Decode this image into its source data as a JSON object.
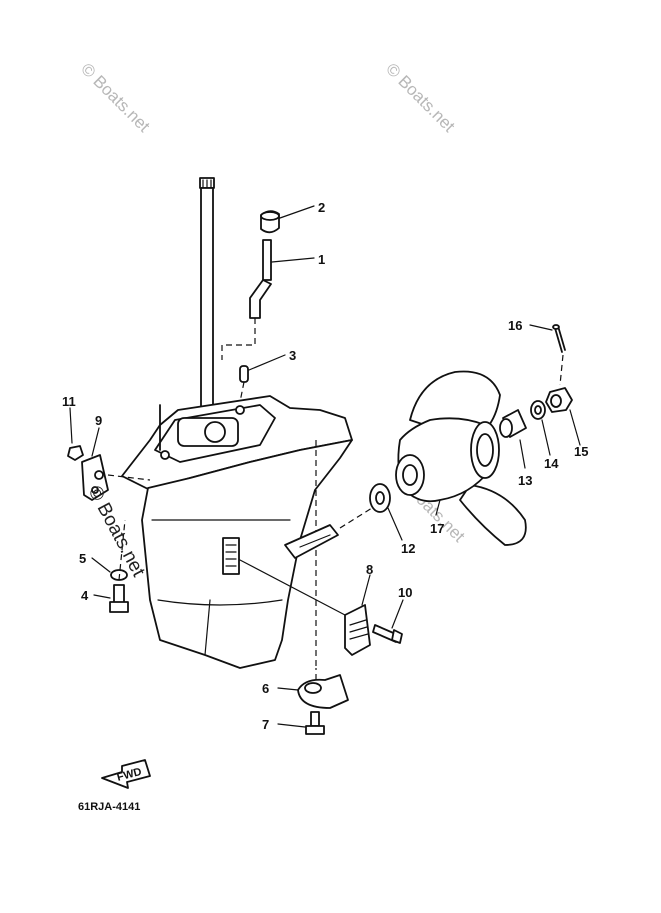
{
  "watermark": "© Boats.net",
  "drawing_code": "61RJA-4141",
  "fwd_label": "FWD",
  "callouts": [
    "1",
    "2",
    "3",
    "4",
    "5",
    "6",
    "7",
    "8",
    "9",
    "10",
    "11",
    "12",
    "13",
    "14",
    "15",
    "16",
    "17"
  ],
  "colors": {
    "ink": "#111111",
    "watermark": "#b7b7b7",
    "paper": "#ffffff"
  }
}
